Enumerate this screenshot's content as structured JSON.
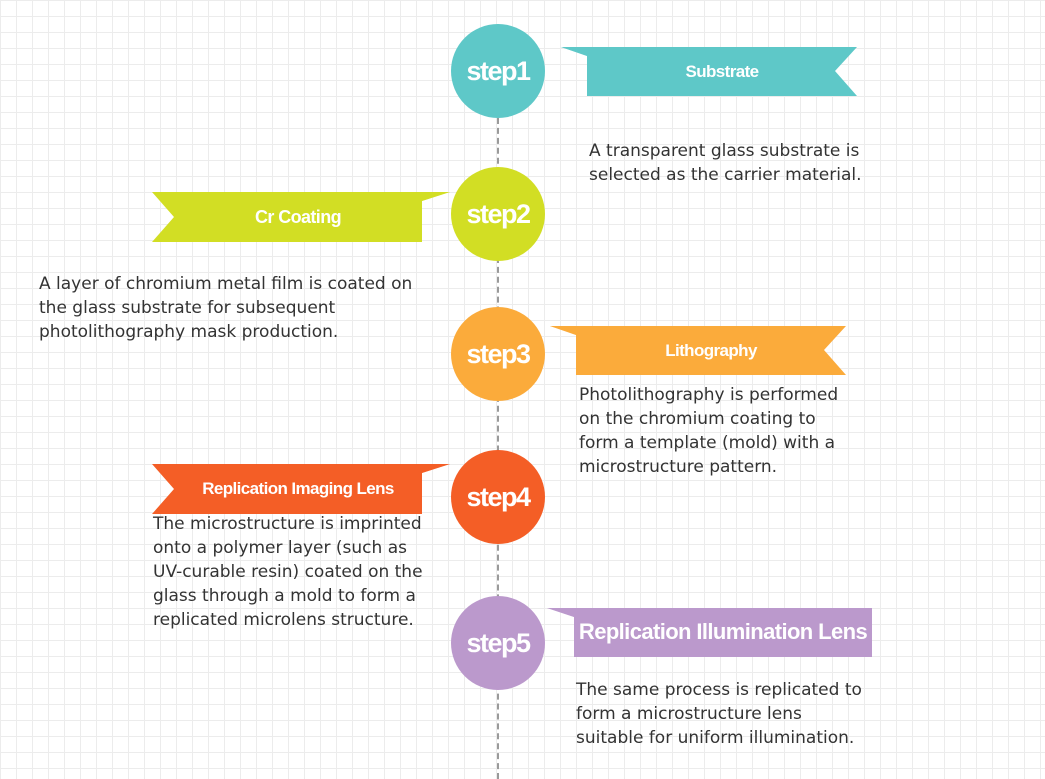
{
  "colors": {
    "step1": "#5ec8c8",
    "step2": "#d2de24",
    "step3": "#fbab3b",
    "step4": "#f45e26",
    "step5": "#bb99cc"
  },
  "steps": [
    {
      "badge": "step1",
      "title": "Substrate",
      "description": "A transparent glass substrate is selected as the carrier material."
    },
    {
      "badge": "step2",
      "title": "Cr Coating",
      "description": "A layer of chromium metal film is coated on the glass substrate for subsequent photolithography mask production."
    },
    {
      "badge": "step3",
      "title": "Lithography",
      "description": "Photolithography is performed on the chromium coating to form a template (mold) with a microstructure pattern."
    },
    {
      "badge": "step4",
      "title": "Replication Imaging Lens",
      "description": "The microstructure is imprinted onto a polymer layer (such as UV-curable resin) coated on the glass through a mold to form a replicated microlens structure."
    },
    {
      "badge": "step5",
      "title": "Replication Illumination Lens",
      "description": "The same process is replicated to form a microstructure lens suitable for uniform illumination."
    }
  ]
}
